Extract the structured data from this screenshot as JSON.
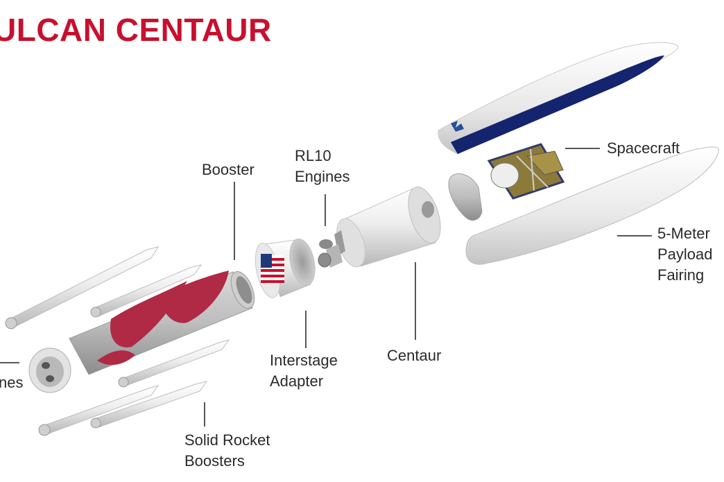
{
  "title": "ULCAN CENTAUR",
  "colors": {
    "title": "#c8102e",
    "leader": "#555555",
    "rocket_white": "#e6e6e6",
    "booster_red": "#b02a45",
    "fairing_blue": "#14246e"
  },
  "labels": {
    "spacecraft": "Spacecraft",
    "booster": "Booster",
    "rl10_line1": "RL10",
    "rl10_line2": "Engines",
    "fairing_line1": "5-Meter",
    "fairing_line2": "Payload",
    "fairing_line3": "Fairing",
    "interstage_line1": "Interstage",
    "interstage_line2": "Adapter",
    "centaur": "Centaur",
    "be4_fragment": "nes",
    "srb_line1": "Solid Rocket",
    "srb_line2": "Boosters"
  }
}
